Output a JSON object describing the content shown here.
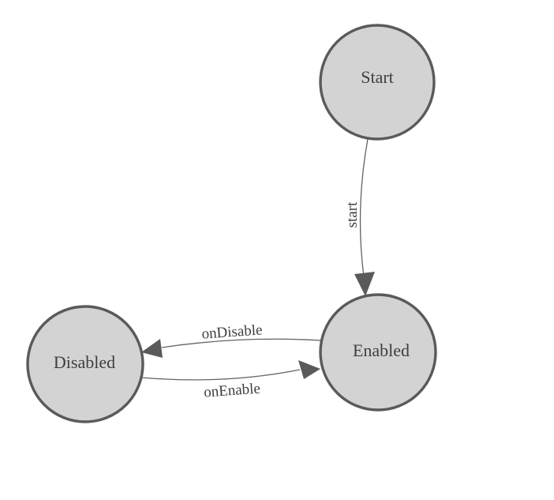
{
  "diagram": {
    "type": "state-machine",
    "nodes": [
      {
        "id": "start",
        "label": "Start"
      },
      {
        "id": "enabled",
        "label": "Enabled"
      },
      {
        "id": "disabled",
        "label": "Disabled"
      }
    ],
    "edges": [
      {
        "from": "Start",
        "to": "Enabled",
        "label": "start"
      },
      {
        "from": "Enabled",
        "to": "Disabled",
        "label": "onDisable"
      },
      {
        "from": "Disabled",
        "to": "Enabled",
        "label": "onEnable"
      }
    ],
    "colors": {
      "background": "#ffffff",
      "node_fill": "#d3d3d3",
      "node_stroke": "#5a5a5a",
      "edge_stroke": "#636363",
      "arrow_fill": "#5a5a5a",
      "text": "#3e3e3e"
    }
  }
}
